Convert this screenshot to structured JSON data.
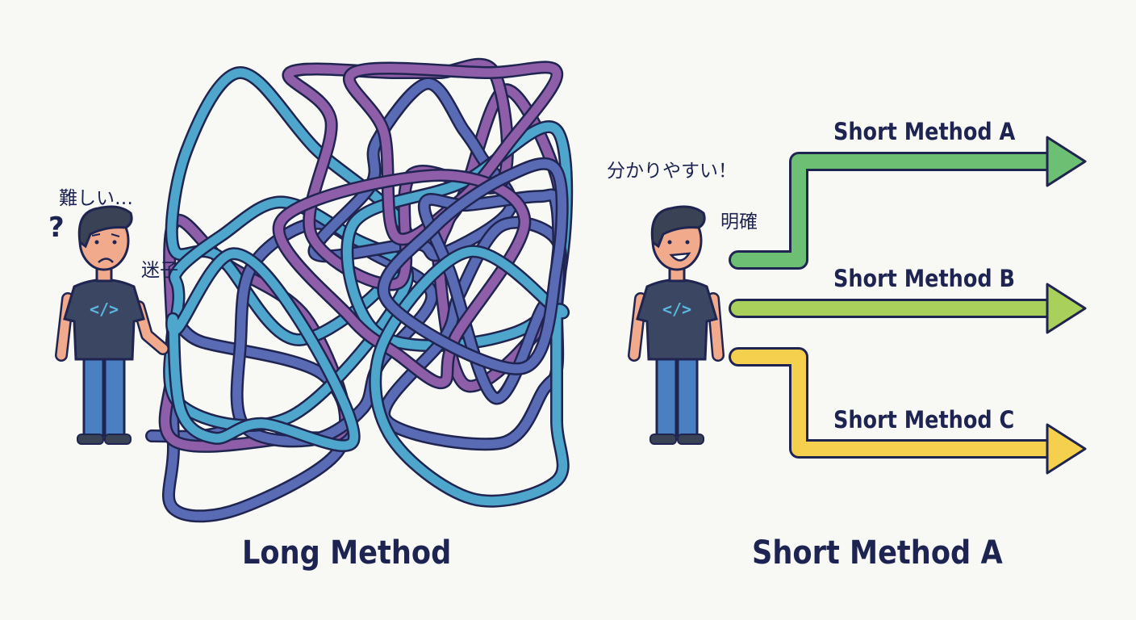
{
  "left": {
    "caption": "Long Method",
    "thought": "難しい…",
    "question_mark": "?",
    "lost_label": "迷子",
    "shirt_icon": "code-brackets-icon"
  },
  "right": {
    "caption": "Short Method A",
    "exclaim": "分かりやすい！",
    "clear_label": "明確",
    "shirt_icon": "code-brackets-icon",
    "arrows": [
      {
        "label": "Short Method A",
        "color": "#6cbf73"
      },
      {
        "label": "Short Method B",
        "color": "#a9d05a"
      },
      {
        "label": "Short Method C",
        "color": "#f5d04e"
      }
    ]
  },
  "colors": {
    "outline": "#1f2550",
    "tangle": [
      "#5a6bb5",
      "#8e5fa8",
      "#4ea6cc"
    ],
    "shirt": "#3b4662",
    "pants": "#4a80c2",
    "skin": "#f2aa8c",
    "hair": "#3a4356"
  }
}
